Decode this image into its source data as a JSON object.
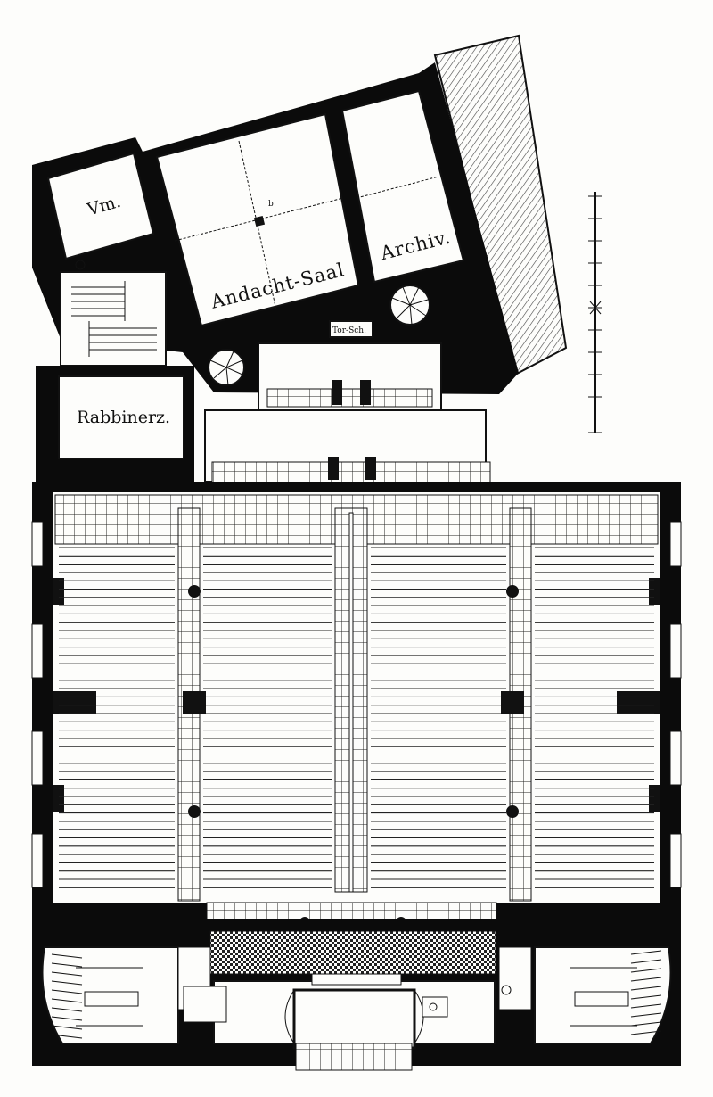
{
  "rooms": {
    "vm": "Vm.",
    "andacht_saal": "Andacht-Saal",
    "archiv": "Archiv.",
    "rabbinerz": "Rabbinerz.",
    "tor_sch": "Tor-Sch."
  },
  "marks": {
    "b": "b"
  },
  "scale_bar": {
    "ticks": 11
  }
}
